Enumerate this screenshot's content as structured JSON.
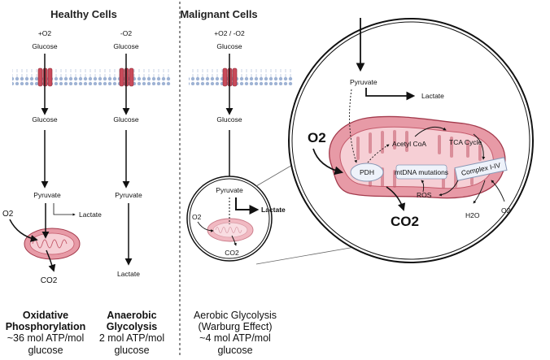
{
  "sections": {
    "healthy_title": "Healthy Cells",
    "malignant_title": "Malignant Cells"
  },
  "healthy_ox": {
    "condition": "+O2",
    "glucose_top": "Glucose",
    "glucose_in": "Glucose",
    "pyruvate": "Pyruvate",
    "lactate": "Lactate",
    "o2": "O2",
    "co2": "CO2",
    "footer_title_1": "Oxidative",
    "footer_title_2": "Phosphorylation",
    "footer_yield": "~36 mol ATP/mol",
    "footer_unit": "glucose"
  },
  "healthy_anaerobic": {
    "condition": "-O2",
    "glucose_top": "Glucose",
    "glucose_in": "Glucose",
    "pyruvate": "Pyruvate",
    "lactate": "Lactate",
    "footer_title_1": "Anaerobic",
    "footer_title_2": "Glycolysis",
    "footer_yield": "2 mol ATP/mol",
    "footer_unit": "glucose"
  },
  "malignant": {
    "condition": "+O2 / -O2",
    "glucose_top": "Glucose",
    "glucose_in": "Glucose",
    "pyruvate": "Pyruvate",
    "lactate": "Lactate",
    "o2": "O2",
    "co2": "CO2",
    "footer_title_1": "Aerobic Glycolysis",
    "footer_title_2": "(Warburg Effect)",
    "footer_yield": "~4 mol ATP/mol",
    "footer_unit": "glucose"
  },
  "zoom": {
    "pyruvate": "Pyruvate",
    "lactate": "Lactate",
    "o2": "O2",
    "pdh": "PDH",
    "acetyl_coa": "Acetyl CoA",
    "tca": "TCA Cycle",
    "complex": "Complex I-IV",
    "mtdna": "mtDNA mutations",
    "ros": "ROS",
    "co2": "CO2",
    "h2o": "H2O",
    "o2_small": "O2"
  },
  "colors": {
    "membrane": "#c9d6ea",
    "transporter": "#c94a5a",
    "mito_outer": "#e79aa6",
    "mito_inner": "#f6cfd5",
    "mito_stroke": "#a33a4c",
    "divider": "#444444"
  }
}
